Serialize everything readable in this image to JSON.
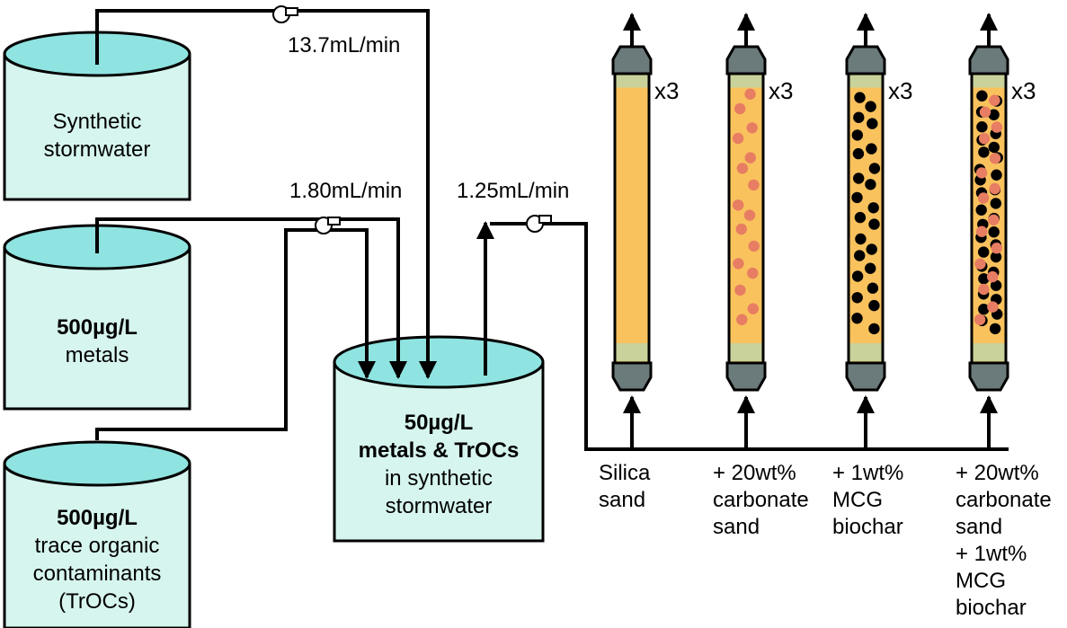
{
  "colors": {
    "tank_fill": "#d6f5ee",
    "tank_top": "#8fe3e0",
    "sand": "#f9c25d",
    "end_layer": "#c8d29a",
    "cap": "#6b7a7a",
    "carbonate": "#e77d62",
    "biochar": "#000000",
    "pipe": "#000000"
  },
  "tanks": [
    {
      "id": "synthetic",
      "lines": [
        "Synthetic",
        "stormwater"
      ],
      "bold_lines": 0
    },
    {
      "id": "metals",
      "lines": [
        "500µg/L",
        "metals"
      ],
      "bold_lines": 1
    },
    {
      "id": "trocs",
      "lines": [
        "500µg/L",
        "trace organic",
        "contaminants",
        "(TrOCs)"
      ],
      "bold_lines": 1
    },
    {
      "id": "mix",
      "lines": [
        "50µg/L",
        "metals & TrOCs",
        "in synthetic",
        "stormwater"
      ],
      "bold_lines": 2
    }
  ],
  "flows": {
    "synthetic": "13.7mL/min",
    "spike": "1.80mL/min",
    "columns": "1.25mL/min"
  },
  "replicates": "x3",
  "columns": [
    {
      "id": "silica",
      "lines": [
        "Silica",
        "sand"
      ],
      "media": []
    },
    {
      "id": "carbonate",
      "lines": [
        "+ 20wt%",
        "carbonate",
        "sand"
      ],
      "media": [
        "carbonate"
      ]
    },
    {
      "id": "biochar",
      "lines": [
        "+ 1wt%",
        "MCG",
        "biochar"
      ],
      "media": [
        "biochar"
      ]
    },
    {
      "id": "combined",
      "lines": [
        "+ 20wt%",
        "carbonate",
        "sand",
        "+ 1wt%",
        "MCG",
        "biochar"
      ],
      "media": [
        "biochar",
        "carbonate"
      ]
    }
  ]
}
